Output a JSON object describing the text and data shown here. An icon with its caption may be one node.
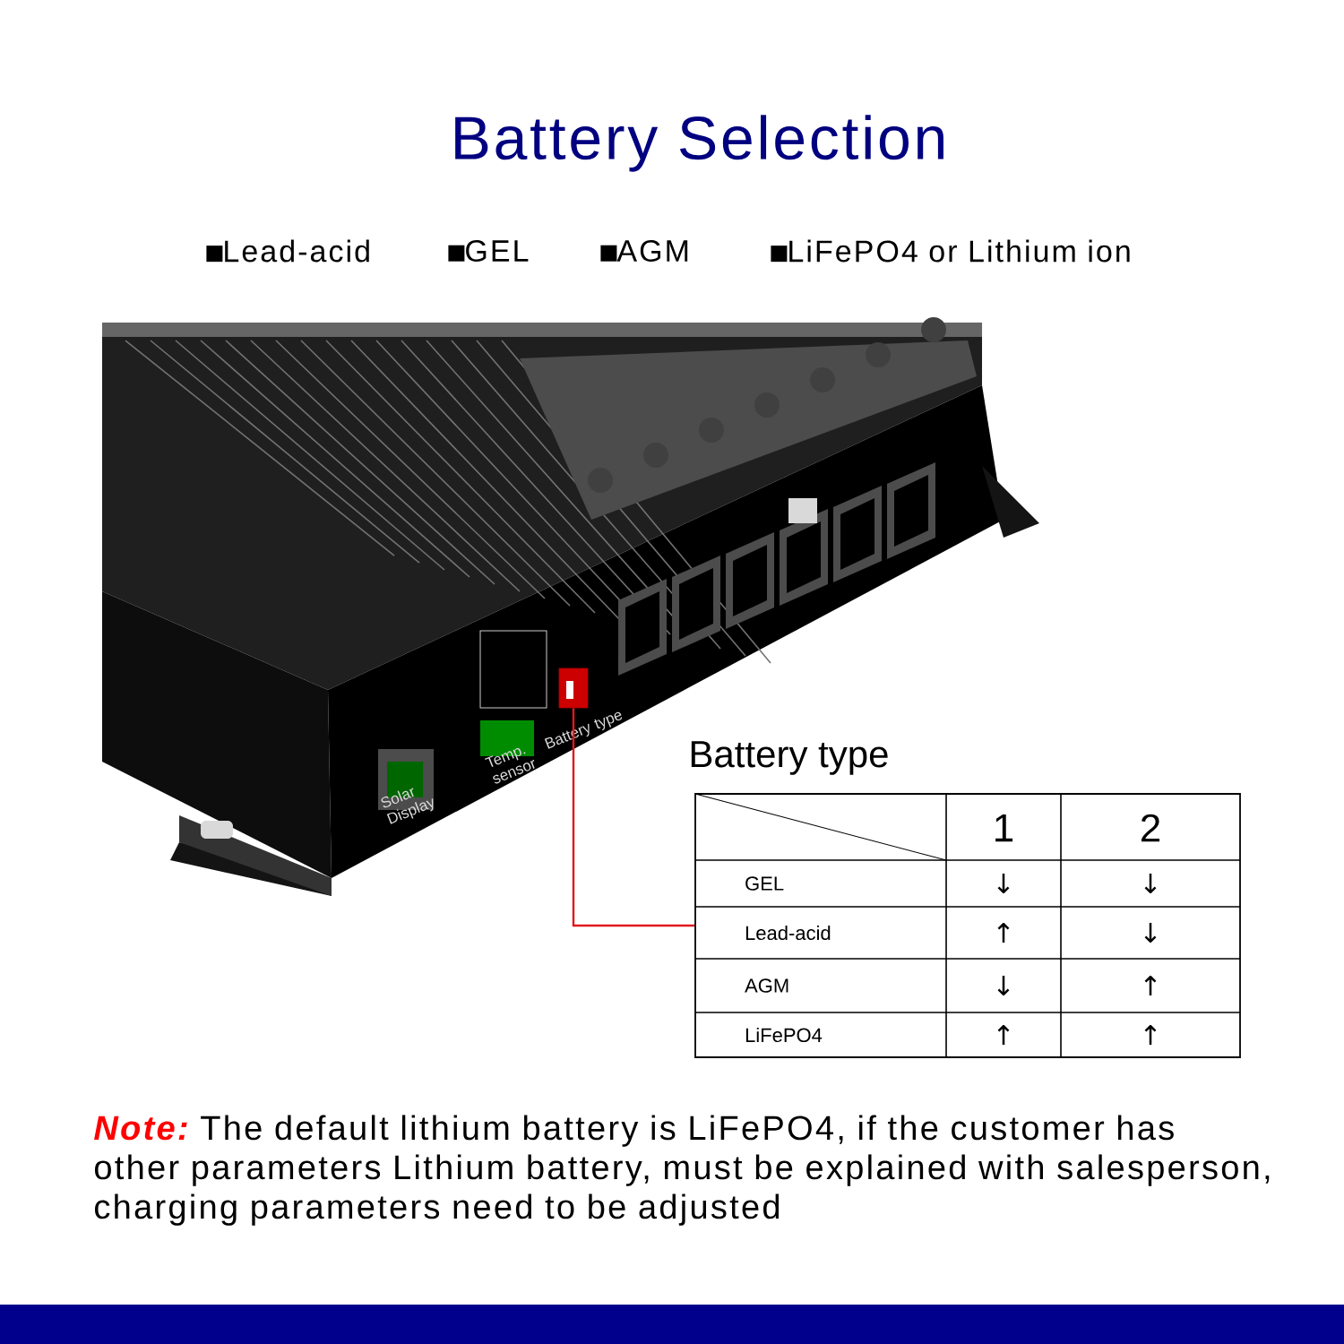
{
  "diagram": {
    "title": "Battery Selection",
    "nodes": [
      {
        "text": [],
        "shape": "box"
      },
      {
        "text": [
          "Battery type"
        ]
      }
    ],
    "edges": [
      {
        "from": 0,
        "to": 1,
        "arrow": "none",
        "color": "#e0191e"
      }
    ],
    "labels": [
      "Lead-acid",
      "GEL",
      "AGM",
      "LiFePO4 or Lithium ion",
      "Solar Display",
      "Temp. sensor",
      "Battery type",
      "1",
      "2",
      "GEL",
      "↓",
      "↓",
      "Lead-acid",
      "↑",
      "↓",
      "AGM",
      "↓",
      "↑",
      "LiFePO4",
      "↑",
      "↑",
      "Note:",
      "The default lithium battery is LiFePO4, if the customer has other parameters Lithium battery, must be explained with salesperson, charging parameters need to be adjusted"
    ]
  }
}
